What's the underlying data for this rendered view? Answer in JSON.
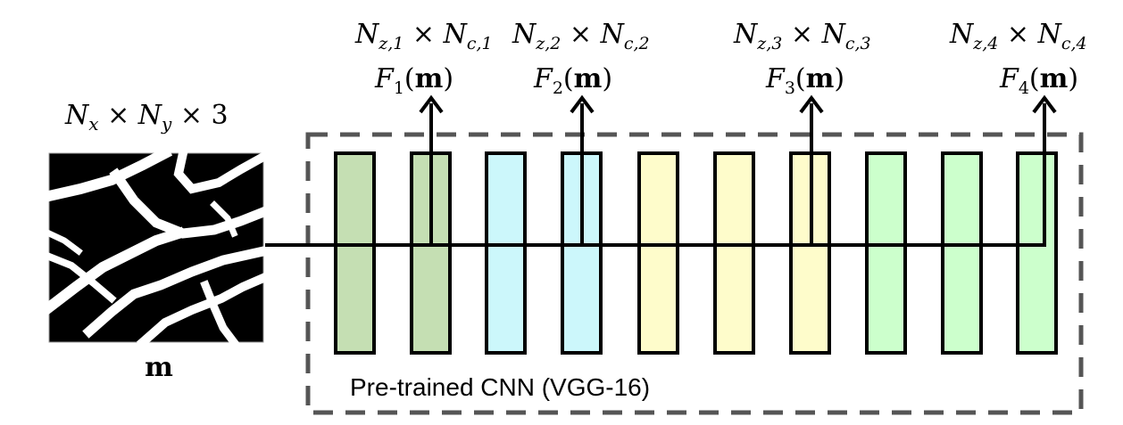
{
  "input": {
    "size_label": {
      "a": "N",
      "a_sub": "x",
      "times1": " × ",
      "b": "N",
      "b_sub": "y",
      "times2": " × ",
      "c": "3"
    },
    "caption": "m"
  },
  "network": {
    "caption": "Pre-trained CNN (VGG-16)",
    "layers": [
      {
        "color": "#c5dfb3"
      },
      {
        "color": "#c5dfb3"
      },
      {
        "color": "#ccf7fb"
      },
      {
        "color": "#ccf7fb"
      },
      {
        "color": "#fefccb"
      },
      {
        "color": "#fefccb"
      },
      {
        "color": "#fefccb"
      },
      {
        "color": "#ccffcc"
      },
      {
        "color": "#ccffcc"
      },
      {
        "color": "#ccffcc"
      }
    ],
    "border_color": "#555555"
  },
  "outputs": [
    {
      "dims": {
        "n1": "N",
        "s1": "z,1",
        "times": " × ",
        "n2": "N",
        "s2": "c,1"
      },
      "feature": {
        "f": "F",
        "sub": "1",
        "arg": "m"
      }
    },
    {
      "dims": {
        "n1": "N",
        "s1": "z,2",
        "times": " × ",
        "n2": "N",
        "s2": "c,2"
      },
      "feature": {
        "f": "F",
        "sub": "2",
        "arg": "m"
      }
    },
    {
      "dims": {
        "n1": "N",
        "s1": "z,3",
        "times": " × ",
        "n2": "N",
        "s2": "c,3"
      },
      "feature": {
        "f": "F",
        "sub": "3",
        "arg": "m"
      }
    },
    {
      "dims": {
        "n1": "N",
        "s1": "z,4",
        "times": " × ",
        "n2": "N",
        "s2": "c,4"
      },
      "feature": {
        "f": "F",
        "sub": "4",
        "arg": "m"
      }
    }
  ]
}
